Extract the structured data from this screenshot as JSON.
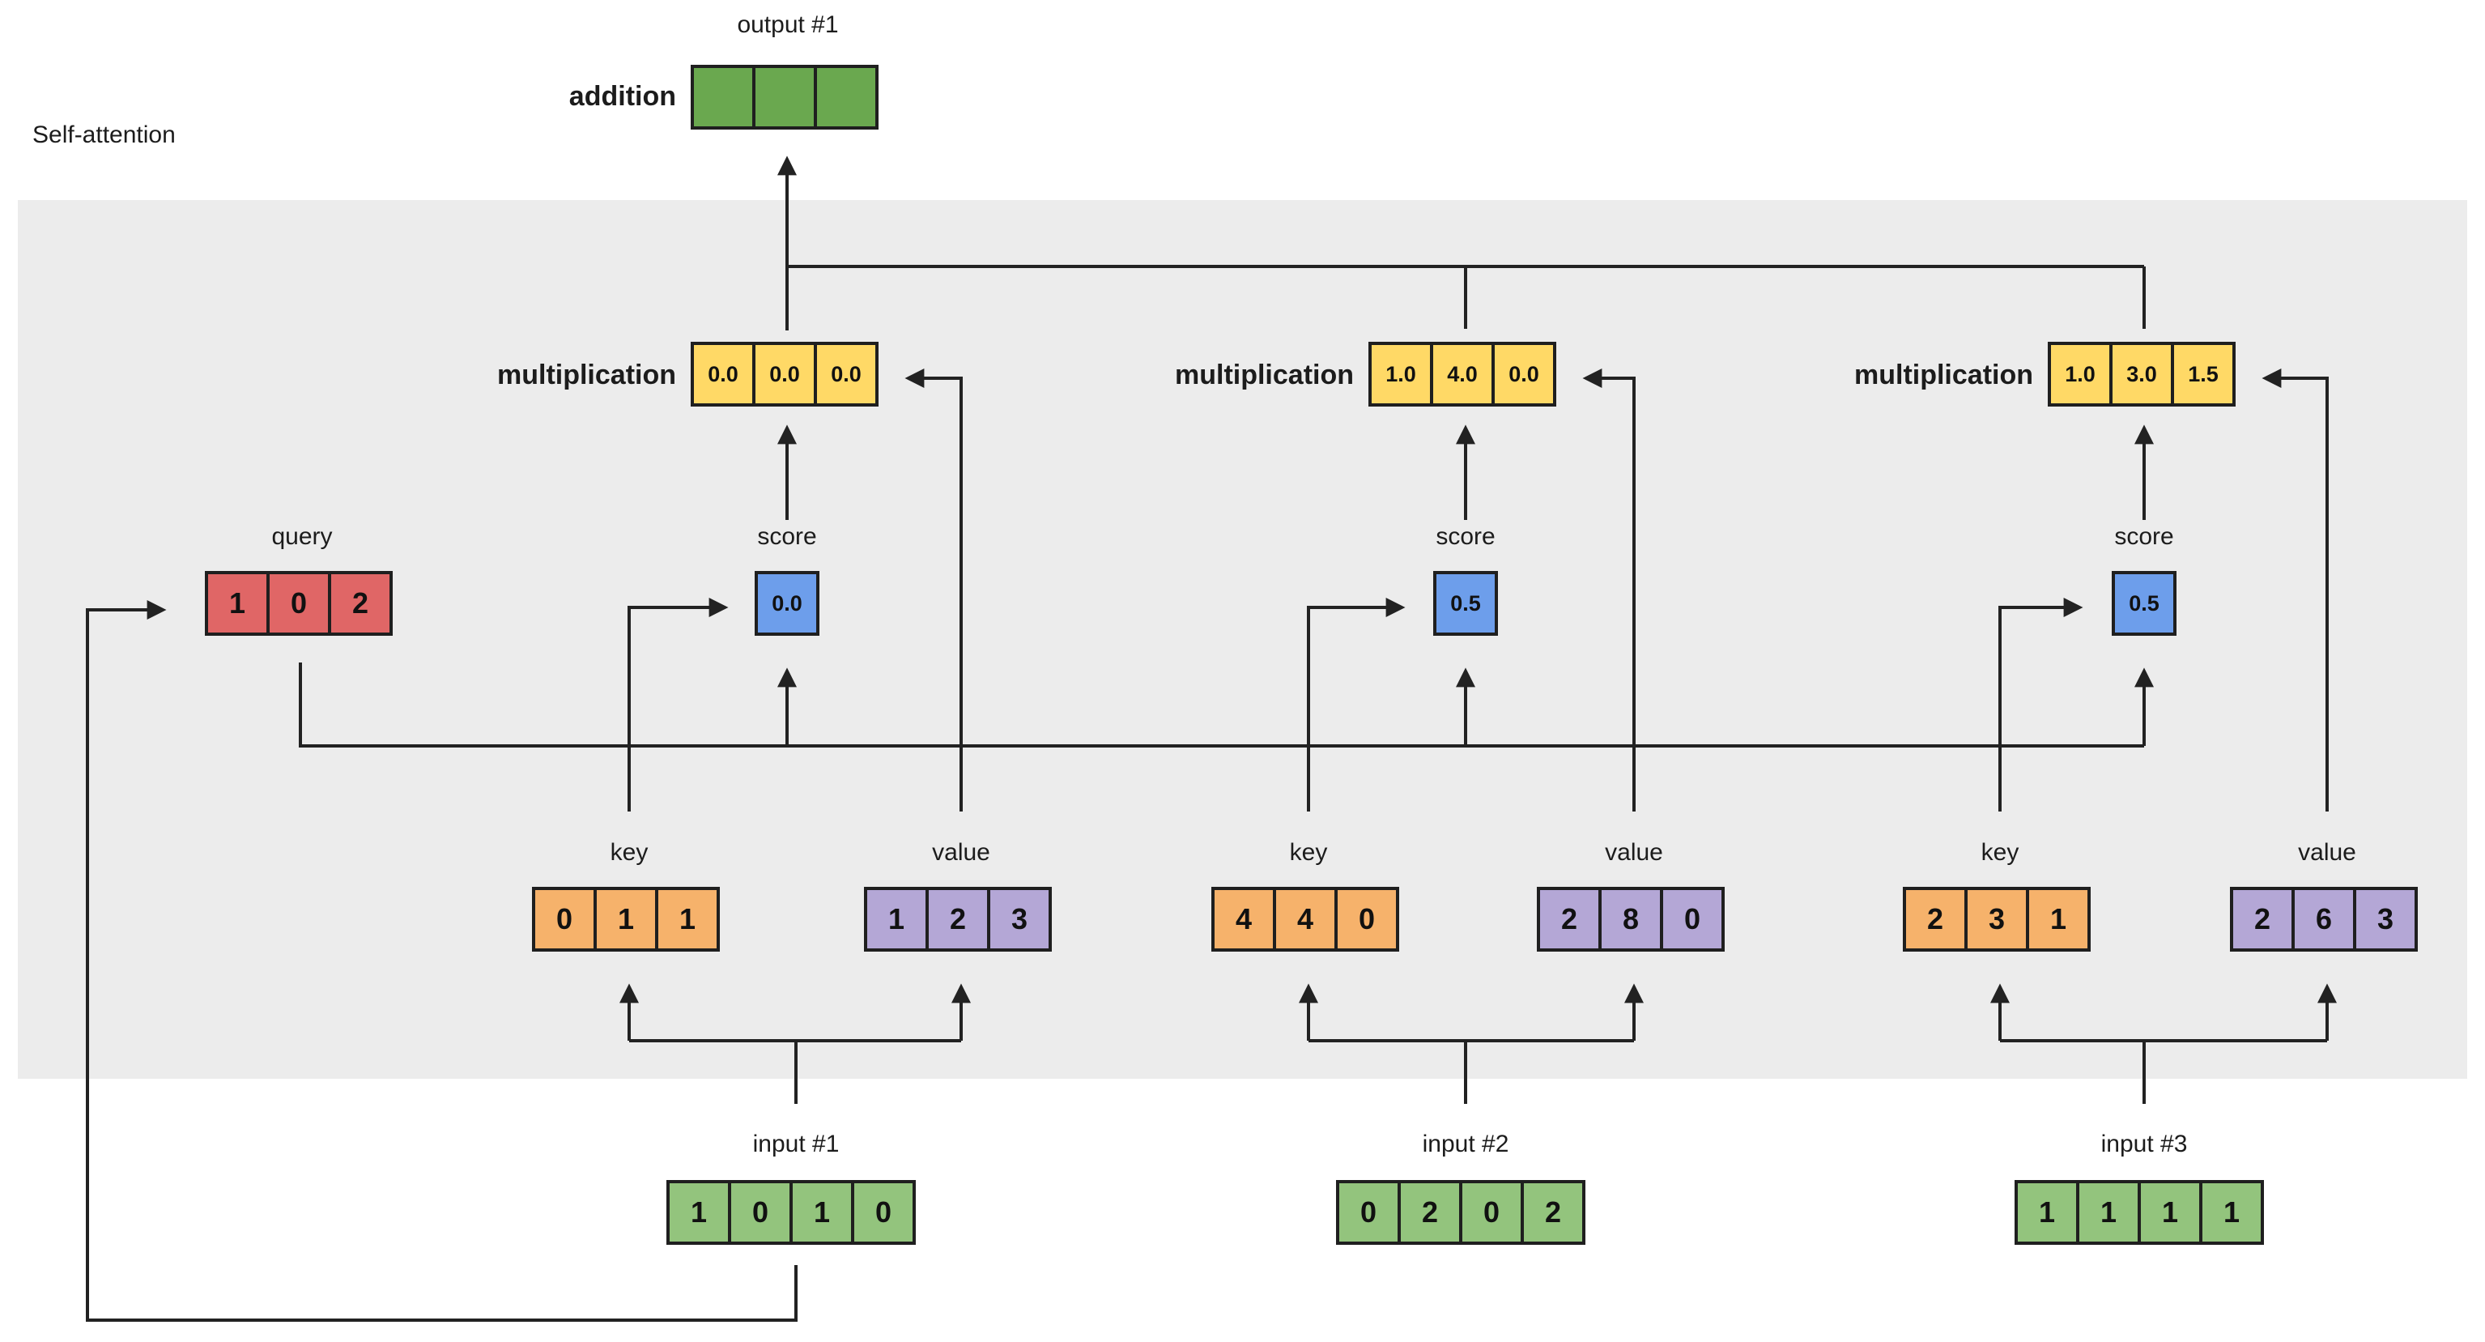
{
  "title": "Self-attention",
  "labels": {
    "diagram_title": "Self-attention",
    "output": "output #1",
    "addition": "addition",
    "multiplication": "multiplication",
    "query": "query",
    "score": "score",
    "key": "key",
    "value": "value",
    "input1": "input #1",
    "input2": "input #2",
    "input3": "input #3"
  },
  "colors": {
    "band": "#ececec",
    "line": "#222222",
    "output_green": "#6aa84f",
    "input_green": "#93c47d",
    "mult_yellow": "#ffd966",
    "score_blue": "#6d9eeb",
    "query_red": "#e06666",
    "key_orange": "#f6b26b",
    "value_purple": "#b4a7d6"
  },
  "vectors": {
    "output": {
      "values": [
        "",
        "",
        ""
      ],
      "color": "#6aa84f"
    },
    "mult1": {
      "values": [
        "0.0",
        "0.0",
        "0.0"
      ],
      "color": "#ffd966"
    },
    "mult2": {
      "values": [
        "1.0",
        "4.0",
        "0.0"
      ],
      "color": "#ffd966"
    },
    "mult3": {
      "values": [
        "1.0",
        "3.0",
        "1.5"
      ],
      "color": "#ffd966"
    },
    "query": {
      "values": [
        "1",
        "0",
        "2"
      ],
      "color": "#e06666"
    },
    "score1": {
      "values": [
        "0.0"
      ],
      "color": "#6d9eeb"
    },
    "score2": {
      "values": [
        "0.5"
      ],
      "color": "#6d9eeb"
    },
    "score3": {
      "values": [
        "0.5"
      ],
      "color": "#6d9eeb"
    },
    "key1": {
      "values": [
        "0",
        "1",
        "1"
      ],
      "color": "#f6b26b"
    },
    "key2": {
      "values": [
        "4",
        "4",
        "0"
      ],
      "color": "#f6b26b"
    },
    "key3": {
      "values": [
        "2",
        "3",
        "1"
      ],
      "color": "#f6b26b"
    },
    "value1": {
      "values": [
        "1",
        "2",
        "3"
      ],
      "color": "#b4a7d6"
    },
    "value2": {
      "values": [
        "2",
        "8",
        "0"
      ],
      "color": "#b4a7d6"
    },
    "value3": {
      "values": [
        "2",
        "6",
        "3"
      ],
      "color": "#b4a7d6"
    },
    "input1": {
      "values": [
        "1",
        "0",
        "1",
        "0"
      ],
      "color": "#93c47d"
    },
    "input2": {
      "values": [
        "0",
        "2",
        "0",
        "2"
      ],
      "color": "#93c47d"
    },
    "input3": {
      "values": [
        "1",
        "1",
        "1",
        "1"
      ],
      "color": "#93c47d"
    }
  }
}
